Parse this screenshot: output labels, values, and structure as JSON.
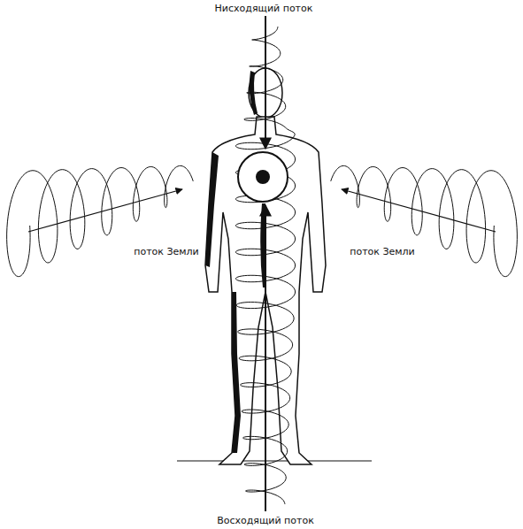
{
  "diagram": {
    "labels": [
      "Нисходящий поток",
      "поток Земли",
      "поток Земли",
      "Восходящий поток"
    ]
  }
}
